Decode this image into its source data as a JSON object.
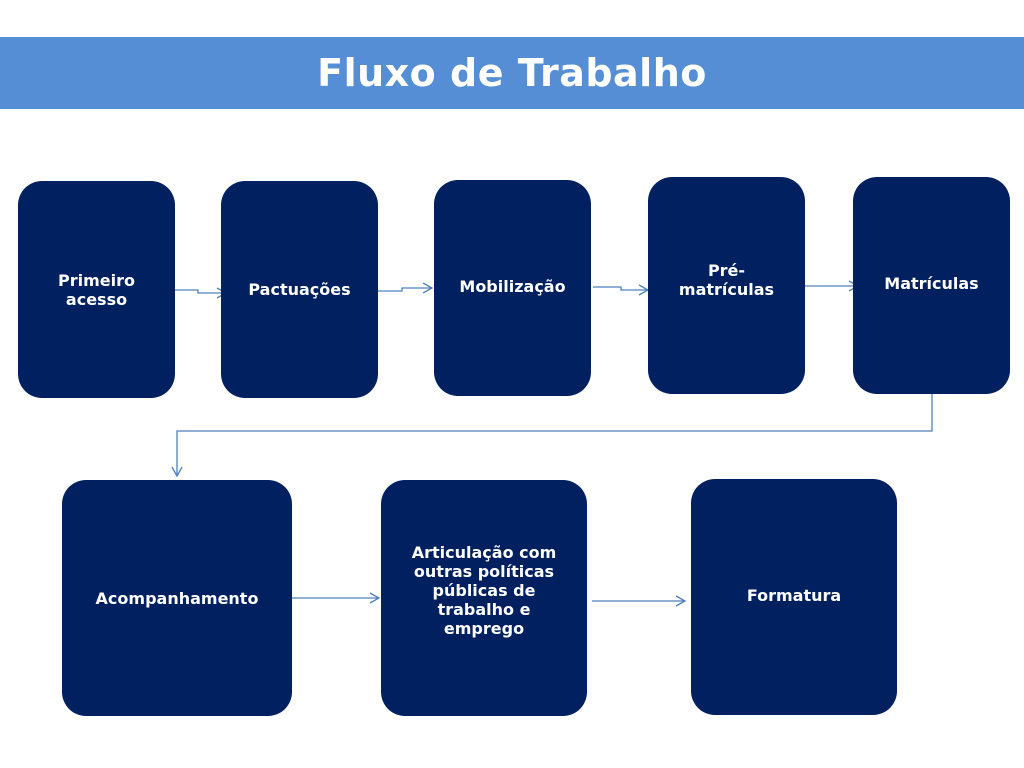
{
  "slide": {
    "title": "Fluxo de Trabalho"
  },
  "steps": [
    {
      "label": "Primeiro\nacesso"
    },
    {
      "label": "Pactuações"
    },
    {
      "label": "Mobilização"
    },
    {
      "label": "Pré-\nmatrículas"
    },
    {
      "label": "Matrículas"
    },
    {
      "label": "Acompanhamento"
    },
    {
      "label": "Articulação com\noutras políticas\npúblicas de\ntrabalho e\nemprego"
    },
    {
      "label": "Formatura"
    }
  ],
  "colors": {
    "title_bar": "#558ed5",
    "box_fill": "#002060",
    "box_text": "#ffffff",
    "connector": "#4f81bd"
  }
}
